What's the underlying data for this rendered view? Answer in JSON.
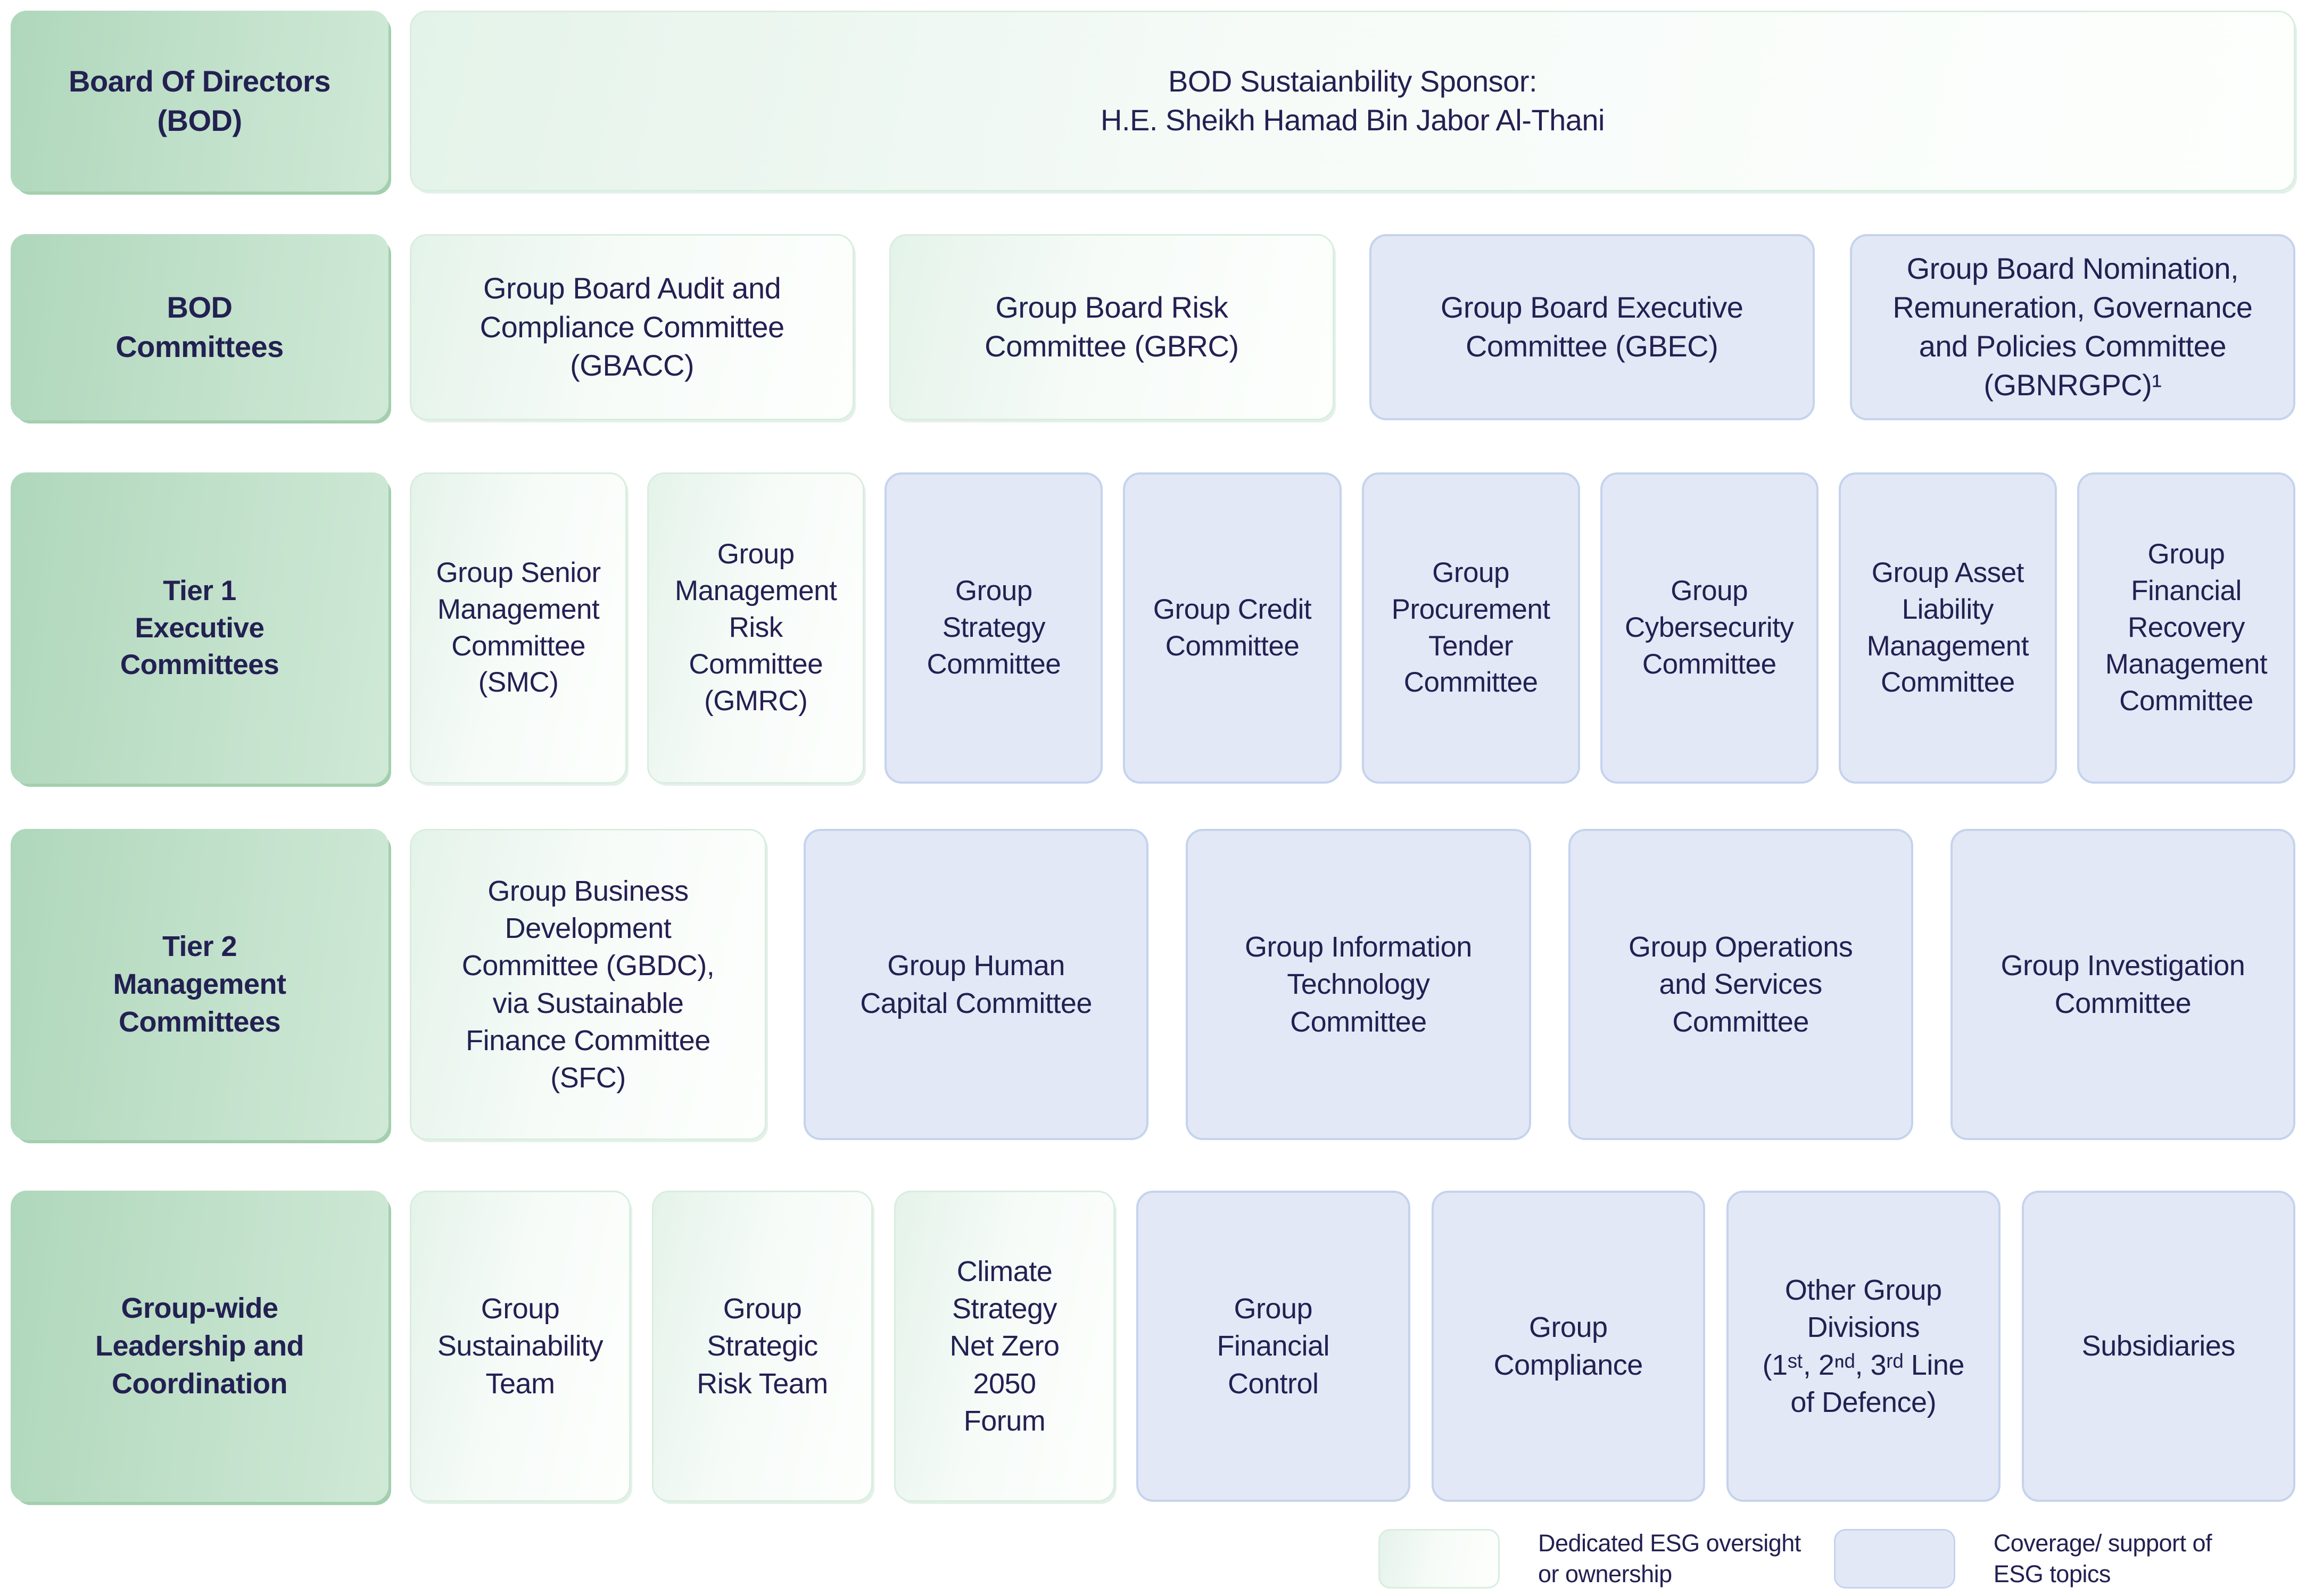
{
  "palette": {
    "text": "#232052",
    "green_label_from": "#afd7bb",
    "green_label_to": "#cfe9d6",
    "green_label_edge": "#a3cfae",
    "green_soft_from": "#e4f3e9",
    "green_soft_to": "#fdfffd",
    "green_soft_border": "#d9ede0",
    "lavender_fill": "#e3e8f6",
    "lavender_border": "#c5d3ed",
    "background": "#ffffff"
  },
  "rows": [
    {
      "label": "Board Of Directors\n(BOD)",
      "boxes": [
        {
          "text": "BOD Sustaianbility Sponsor:\nH.E. Sheikh Hamad Bin Jabor Al-Thani",
          "style": "green"
        }
      ]
    },
    {
      "label": "BOD\nCommittees",
      "boxes": [
        {
          "text": "Group Board Audit and\nCompliance Committee\n(GBACC)",
          "style": "green"
        },
        {
          "text": "Group Board Risk\nCommittee (GBRC)",
          "style": "green"
        },
        {
          "text": "Group Board Executive\nCommittee (GBEC)",
          "style": "lavender"
        },
        {
          "text": "Group Board Nomination,\nRemuneration, Governance\nand Policies Committee\n(GBNRGPC)¹",
          "style": "lavender"
        }
      ]
    },
    {
      "label": "Tier 1\nExecutive\nCommittees",
      "boxes": [
        {
          "text": "Group Senior\nManagement\nCommittee\n(SMC)",
          "style": "green"
        },
        {
          "text": "Group\nManagement\nRisk\nCommittee\n(GMRC)",
          "style": "green"
        },
        {
          "text": "Group\nStrategy\nCommittee",
          "style": "lavender"
        },
        {
          "text": "Group Credit\nCommittee",
          "style": "lavender"
        },
        {
          "text": "Group\nProcurement\nTender\nCommittee",
          "style": "lavender"
        },
        {
          "text": "Group\nCybersecurity\nCommittee",
          "style": "lavender"
        },
        {
          "text": "Group Asset\nLiability\nManagement\nCommittee",
          "style": "lavender"
        },
        {
          "text": "Group\nFinancial\nRecovery\nManagement\nCommittee",
          "style": "lavender"
        }
      ]
    },
    {
      "label": "Tier 2\nManagement\nCommittees",
      "boxes": [
        {
          "text": "Group Business\nDevelopment\nCommittee (GBDC),\nvia Sustainable\nFinance Committee\n(SFC)",
          "style": "green"
        },
        {
          "text": "Group Human\nCapital Committee",
          "style": "lavender"
        },
        {
          "text": "Group Information\nTechnology\nCommittee",
          "style": "lavender"
        },
        {
          "text": "Group Operations\nand Services\nCommittee",
          "style": "lavender"
        },
        {
          "text": "Group Investigation\nCommittee",
          "style": "lavender"
        }
      ]
    },
    {
      "label": "Group-wide\nLeadership and\nCoordination",
      "boxes": [
        {
          "text": "Group\nSustainability\nTeam",
          "style": "green"
        },
        {
          "text": "Group\nStrategic\nRisk Team",
          "style": "green"
        },
        {
          "text": "Climate\nStrategy\nNet Zero\n2050\nForum",
          "style": "green"
        },
        {
          "text": "Group\nFinancial\nControl",
          "style": "lavender"
        },
        {
          "text": "Group\nCompliance",
          "style": "lavender"
        },
        {
          "text": "Other Group\nDivisions\n(1ˢᵗ, 2ⁿᵈ, 3ʳᵈ Line\nof Defence)",
          "style": "lavender"
        },
        {
          "text": "Subsidiaries",
          "style": "lavender"
        }
      ]
    }
  ],
  "legend": {
    "items": [
      {
        "swatch": "green",
        "label": "Dedicated ESG oversight\nor ownership"
      },
      {
        "swatch": "lavender",
        "label": "Coverage/ support of\nESG topics"
      }
    ]
  }
}
